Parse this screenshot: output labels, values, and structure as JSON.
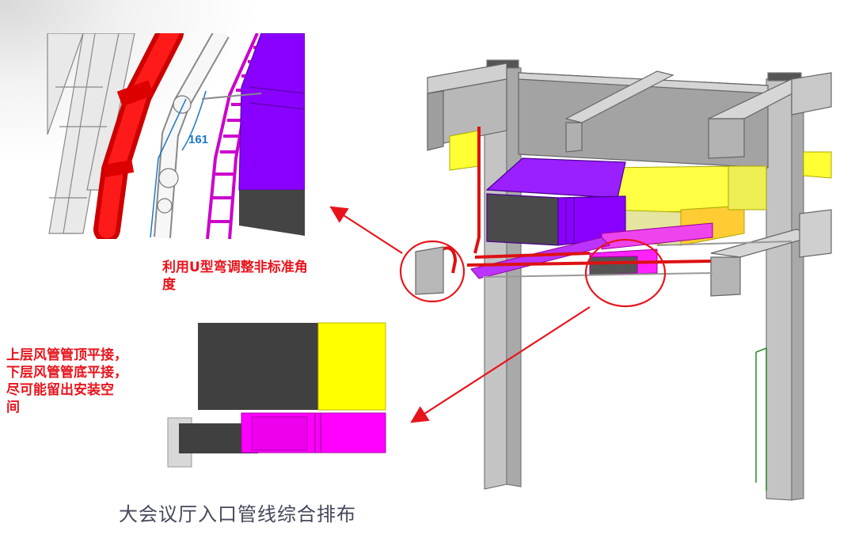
{
  "caption": "大会议厅入口管线综合排布",
  "annotations": {
    "u_bend": [
      "利用U型弯调整非标准角",
      "度"
    ],
    "duct_alignment": [
      "上层风管管顶平接，",
      "下层风管管底平接，",
      "尽可能留出安装空",
      "间"
    ]
  },
  "dimension_label": "161",
  "colors": {
    "accent_red": "#e8141c",
    "steel_gray": "#c8c8c8",
    "duct_purple": "#8a00ff",
    "duct_yellow": "#ffff00",
    "duct_magenta": "#ff00ff",
    "pipe_red": "#ee1111",
    "dark_face": "#444444",
    "dimension_blue": "#1e78c8"
  }
}
